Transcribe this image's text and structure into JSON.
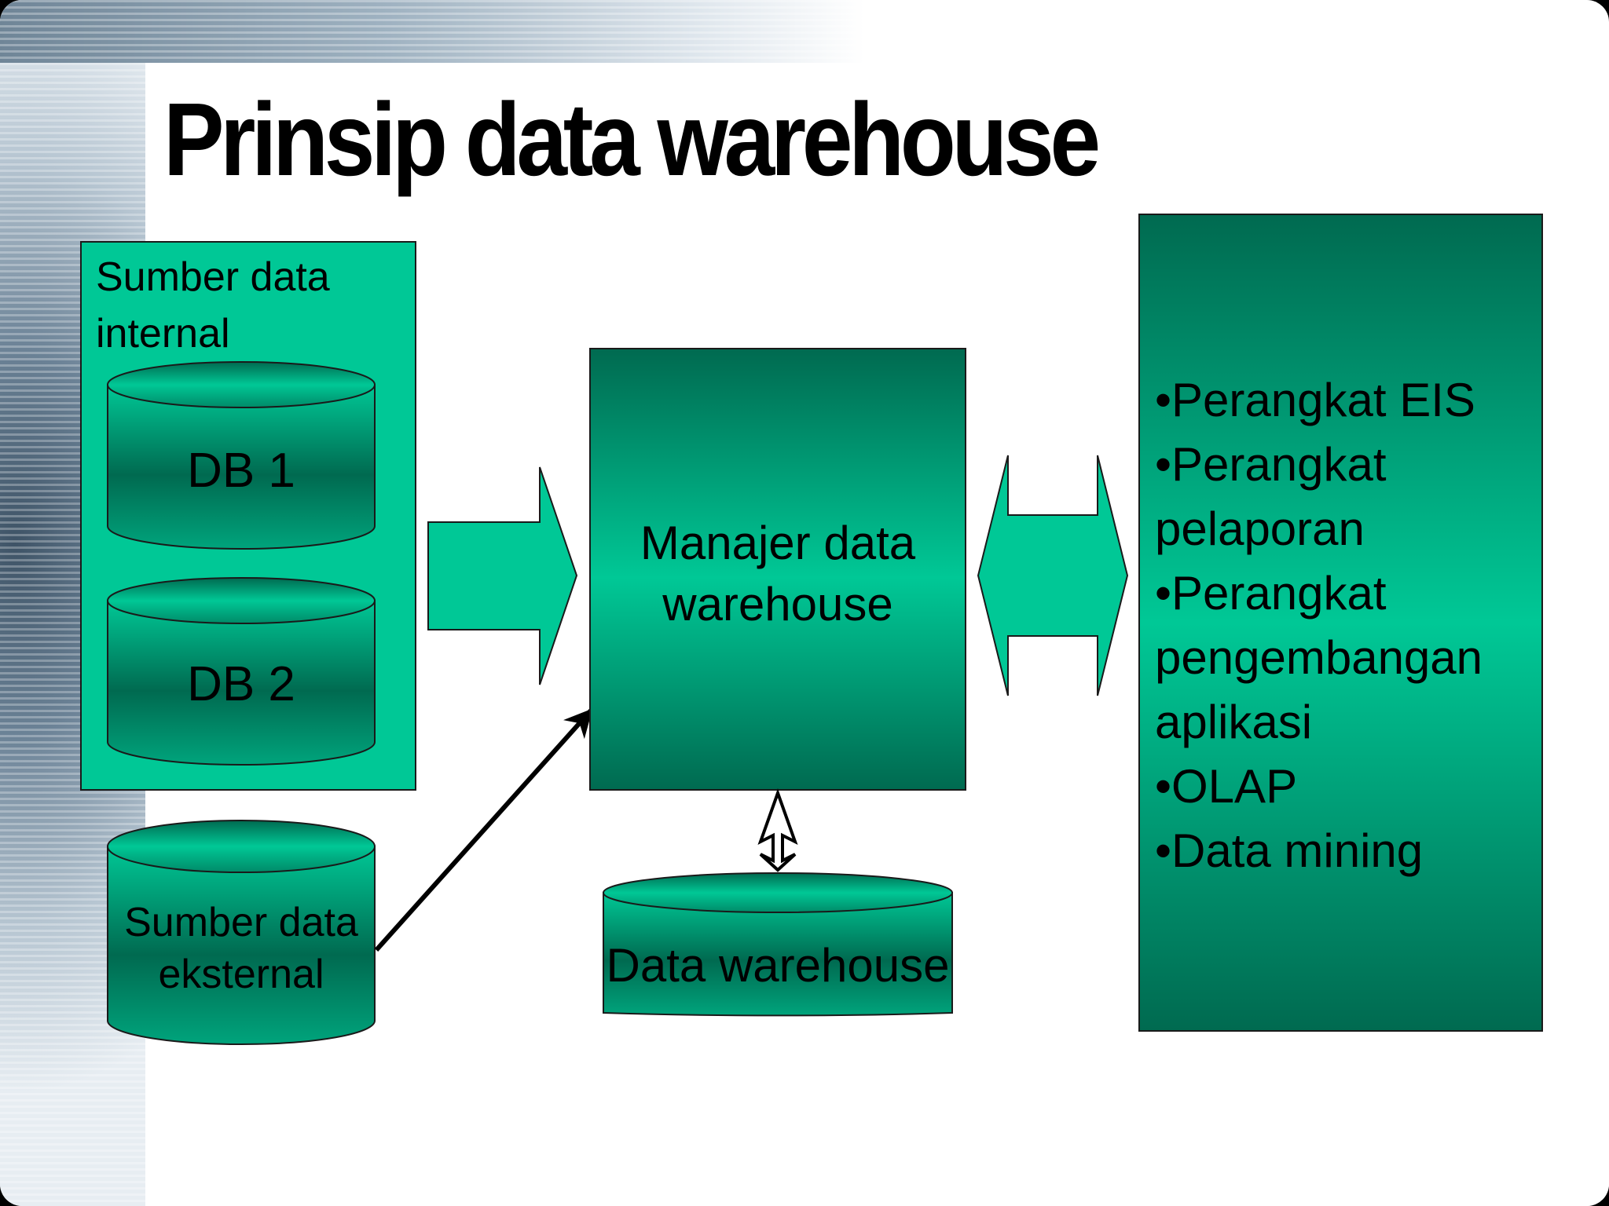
{
  "title": "Prinsip data warehouse",
  "internal_sources": {
    "label_line1": "Sumber data",
    "label_line2": "internal",
    "db1": "DB 1",
    "db2": "DB 2"
  },
  "external_source": {
    "line1": "Sumber data",
    "line2": "eksternal"
  },
  "manager": {
    "line1": "Manajer data",
    "line2": "warehouse"
  },
  "warehouse": "Data warehouse",
  "tools": [
    "•Perangkat EIS",
    "•Perangkat",
    "pelaporan",
    "•Perangkat",
    "pengembangan",
    "aplikasi",
    "•OLAP",
    "•Data mining"
  ],
  "colors": {
    "light_green": "#00c896",
    "dark_green": "#006a50",
    "outline": "#1a1a1a"
  }
}
